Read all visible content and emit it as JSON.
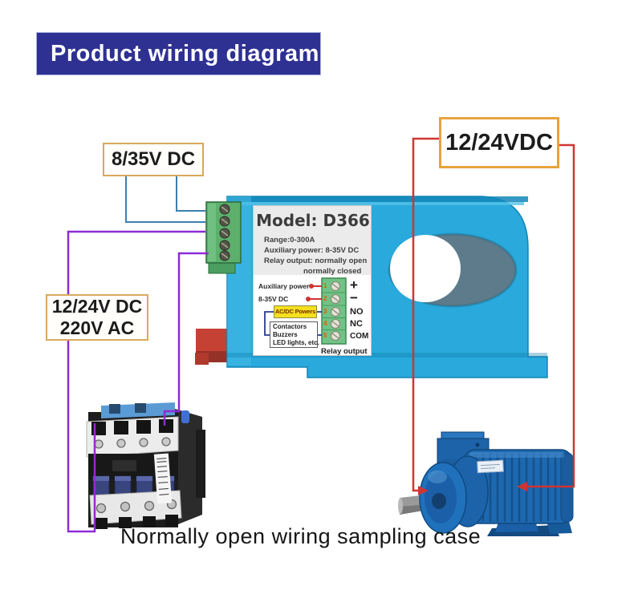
{
  "title": "Product wiring diagram",
  "boxes": {
    "aux_supply": "8/35V DC",
    "relay_supply": "12/24VDC",
    "load_supply_line1": "12/24V DC",
    "load_supply_line2": "220V AC"
  },
  "caption": "Normally open wiring sampling case",
  "device": {
    "model": "Model: D366",
    "spec_range": "Range:0-300A",
    "spec_aux": "Auxiliary power: 8-35V DC",
    "spec_relay": "Relay output: normally open",
    "spec_relay2": "normally closed",
    "aux_label1": "Auxiliary power",
    "aux_label2": "8-35V DC",
    "source_box": "AC/DC Powers",
    "load_box": [
      "Contactors",
      "Buzzers",
      "LED lights, etc."
    ],
    "relay_output": "Relay output",
    "terminals": [
      {
        "num": "1",
        "label": "+"
      },
      {
        "num": "2",
        "label": "−"
      },
      {
        "num": "3",
        "label": "NO"
      },
      {
        "num": "4",
        "label": "NC"
      },
      {
        "num": "5",
        "label": "COM"
      }
    ]
  },
  "colors": {
    "title-bg": "#2e3192",
    "box-border": "#d8a95e",
    "wire-blue": "#3d7fae",
    "wire-purple": "#8f2bd4",
    "wire-red": "#cf3434",
    "wire-navy": "#2b3a90",
    "device-blue": "#29a9dc",
    "terminal-green": "#5cb06c",
    "motor-blue": "#1e68b0"
  }
}
